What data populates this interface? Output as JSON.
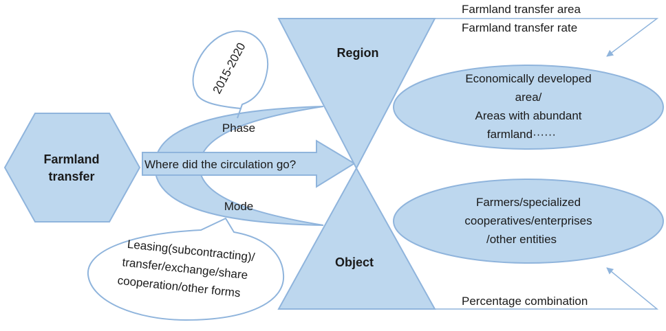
{
  "center_node": {
    "label_line1": "Farmland",
    "label_line2": "transfer"
  },
  "main_arrow": {
    "label": "Where did the circulation go?"
  },
  "phase": {
    "label": "Phase",
    "bubble": "2015-2020"
  },
  "mode": {
    "label": "Mode",
    "bubble_lines": [
      "Leasing(subcontracting)/",
      "transfer/exchange/share",
      "cooperation/other forms"
    ]
  },
  "region": {
    "label": "Region",
    "indicators": [
      "Farmland transfer area",
      "Farmland transfer rate"
    ],
    "ellipse_lines": [
      "Economically developed",
      "area/",
      "Areas with abundant",
      "farmland······"
    ]
  },
  "object": {
    "label": "Object",
    "indicator": "Percentage combination",
    "ellipse_lines": [
      "Farmers/specialized",
      "cooperatives/enterprises",
      "/other entities"
    ]
  },
  "colors": {
    "fill": "#bdd7ee",
    "stroke": "#8fb4dc",
    "text": "#1a1a1a"
  }
}
